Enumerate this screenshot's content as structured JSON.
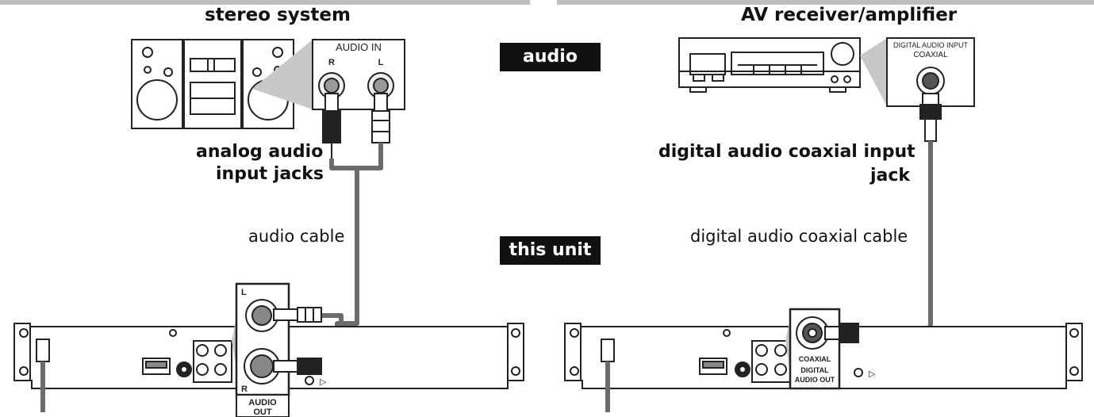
{
  "left": {
    "heading": "stereo system",
    "jack_panel_title": "AUDIO IN",
    "jack_r": "R",
    "jack_l": "L",
    "jack_label_line1": "analog audio",
    "jack_label_line2": "input jacks",
    "cable_label": "audio cable",
    "unit_inset": {
      "top_letter": "L",
      "bottom_letter": "R",
      "out_line1": "AUDIO",
      "out_line2": "OUT"
    }
  },
  "center": {
    "audio_tag": "audio",
    "unit_tag": "this unit"
  },
  "right": {
    "heading": "AV receiver/amplifier",
    "inset_line1": "DIGITAL AUDIO INPUT",
    "inset_line2": "COAXIAL",
    "jack_label_line1": "digital audio coaxial input",
    "jack_label_line2": "jack",
    "cable_label": "digital audio coaxial cable",
    "unit_inset": {
      "coaxial": "COAXIAL",
      "out_line1": "DIGITAL",
      "out_line2": "AUDIO OUT"
    }
  },
  "colors": {
    "cable": "#6b6b6b",
    "inset_shadow": "#c8c8c8",
    "tag_bg": "#111111"
  }
}
